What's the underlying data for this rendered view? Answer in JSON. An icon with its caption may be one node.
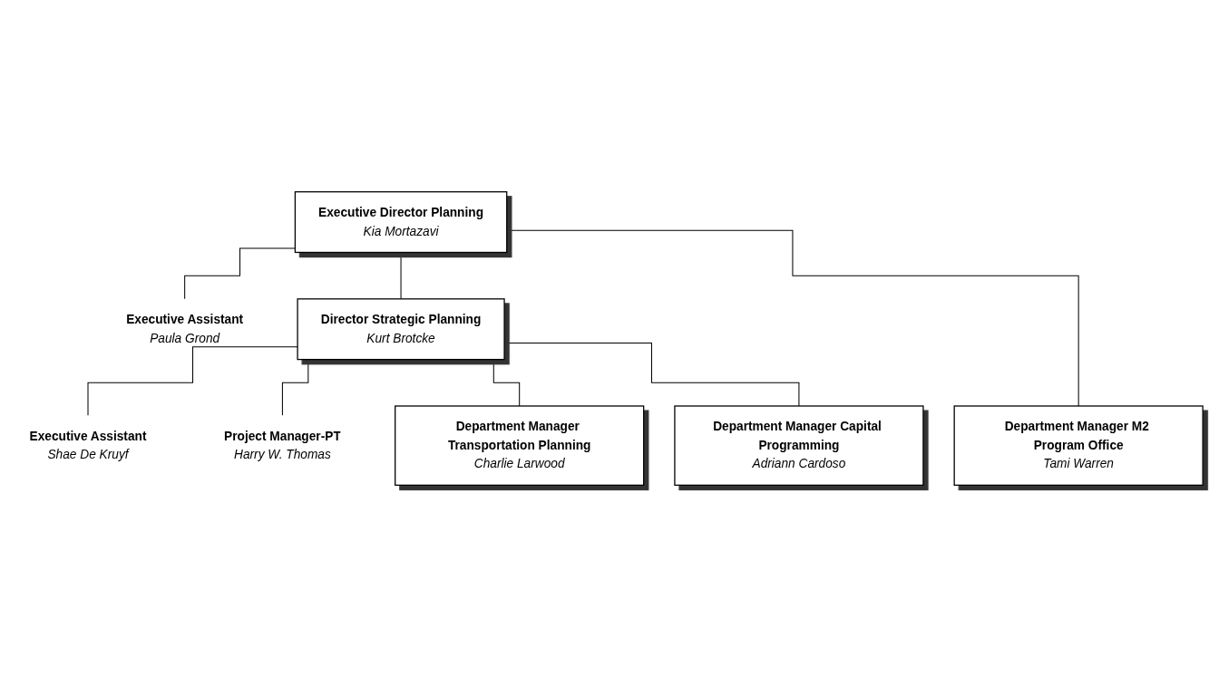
{
  "diagram": {
    "nodes": [
      {
        "text": [
          "Executive Director Planning",
          "Kia Mortazavi"
        ]
      },
      {
        "text": [
          "Executive Assistant",
          "Paula Grond"
        ]
      },
      {
        "text": [
          "Director Strategic Planning",
          "Kurt Brotcke"
        ]
      },
      {
        "text": [
          "Executive Assistant",
          "Shae De Kruyf"
        ]
      },
      {
        "text": [
          "Project Manager-PT",
          "Harry W. Thomas"
        ]
      },
      {
        "text": [
          "Department Manager Transportation Planning",
          "Charlie Larwood"
        ]
      },
      {
        "text": [
          "Department Manager Capital Programming",
          "Adriann Cardoso"
        ]
      },
      {
        "text": [
          "Department Manager M2 Program Office",
          "Tami Warren"
        ]
      }
    ],
    "edges": [
      {
        "from": 0,
        "to": 1,
        "arrow": "none"
      },
      {
        "from": 0,
        "to": 2,
        "arrow": "none"
      },
      {
        "from": 0,
        "to": 7,
        "arrow": "none"
      },
      {
        "from": 2,
        "to": 3,
        "arrow": "none"
      },
      {
        "from": 2,
        "to": 4,
        "arrow": "none"
      },
      {
        "from": 2,
        "to": 5,
        "arrow": "none"
      },
      {
        "from": 2,
        "to": 6,
        "arrow": "none"
      }
    ]
  }
}
